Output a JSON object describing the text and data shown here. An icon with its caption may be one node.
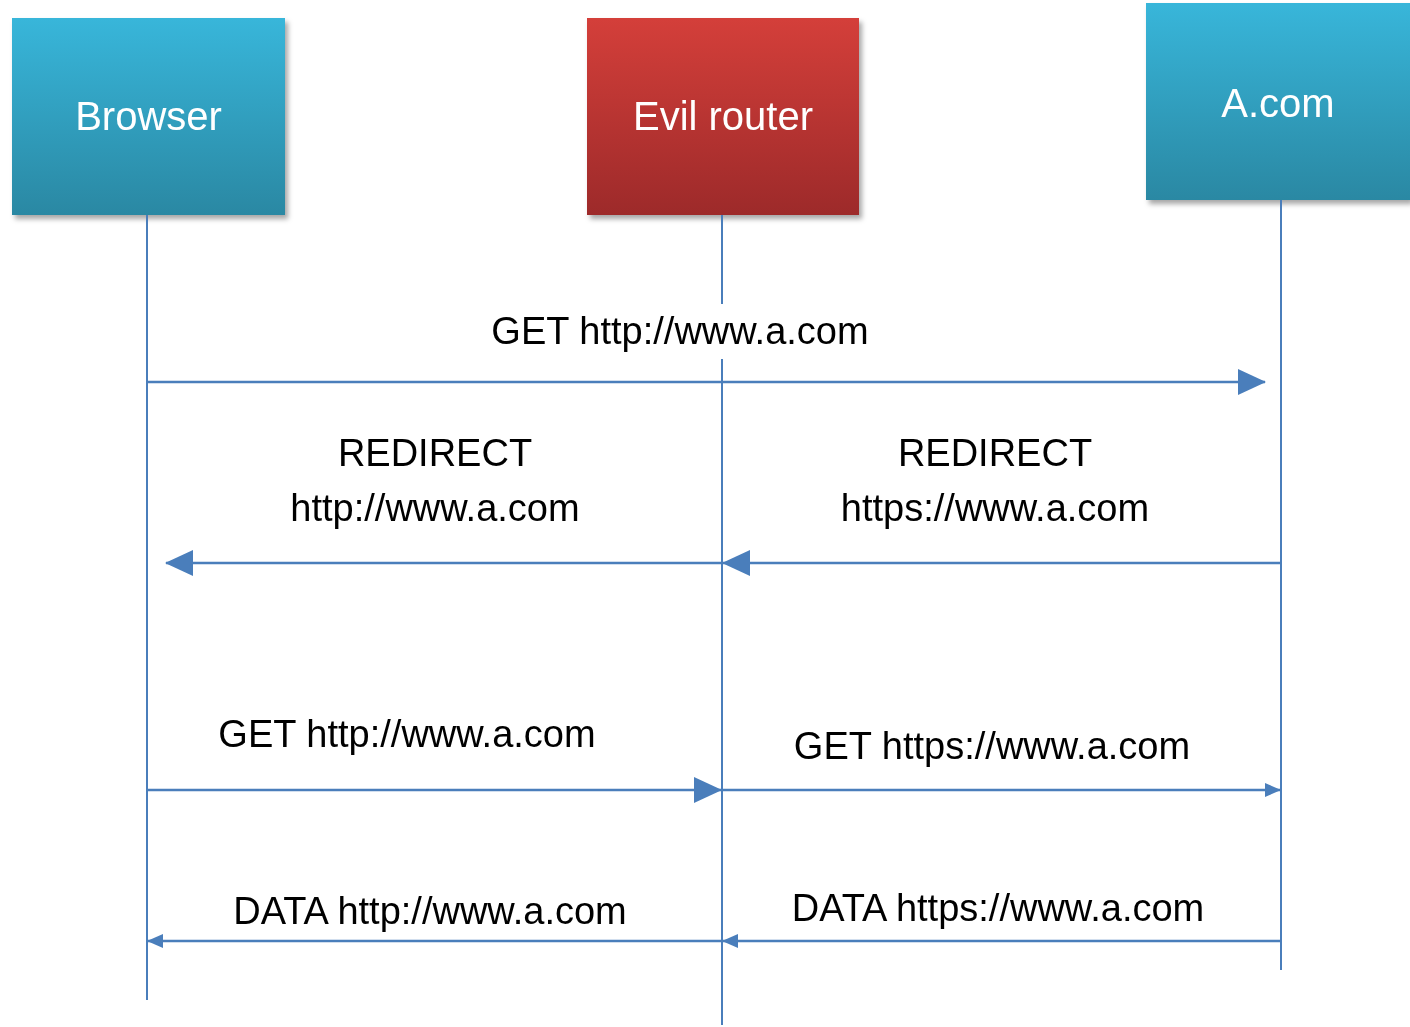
{
  "diagram": {
    "nodes": [
      {
        "text": [
          "Browser"
        ]
      },
      {
        "text": [
          "Evil router"
        ]
      },
      {
        "text": [
          "A.com"
        ]
      },
      {
        "text": [],
        "shape": "bar"
      },
      {
        "text": [],
        "shape": "bar"
      },
      {
        "text": [],
        "shape": "bar"
      }
    ],
    "edges": [
      {
        "from": 3,
        "to": 5,
        "arrow": "to",
        "label": "GET http://www.a.com"
      },
      {
        "from": 5,
        "to": 4,
        "arrow": "to",
        "label": "REDIRECT https://www.a.com"
      },
      {
        "from": 4,
        "to": 3,
        "arrow": "to",
        "label": "REDIRECT http://www.a.com"
      },
      {
        "from": 3,
        "to": 4,
        "arrow": "to",
        "label": "GET http://www.a.com"
      },
      {
        "from": 4,
        "to": 5,
        "arrow": "to",
        "label": "GET https://www.a.com"
      },
      {
        "from": 4,
        "to": 3,
        "arrow": "to",
        "label": "DATA http://www.a.com"
      },
      {
        "from": 5,
        "to": 4,
        "arrow": "to",
        "label": "DATA https://www.a.com"
      }
    ]
  }
}
